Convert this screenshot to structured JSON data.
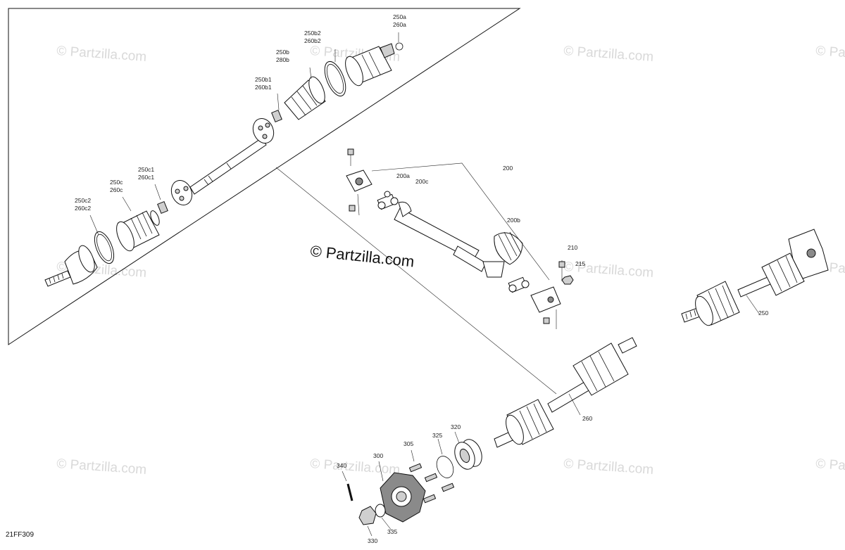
{
  "diagram": {
    "reference_code": "21FF309",
    "watermark_center": "© Partzilla.com",
    "watermark_tile": "© Partzilla.com"
  },
  "callouts": {
    "c250a": [
      "250a",
      "260a"
    ],
    "c250b2": [
      "250b2",
      "260b2"
    ],
    "c250b": [
      "250b",
      "280b"
    ],
    "c250b1": [
      "250b1",
      "260b1"
    ],
    "c250c1": [
      "250c1",
      "260c1"
    ],
    "c250c": [
      "250c",
      "260c"
    ],
    "c250c2": [
      "250c2",
      "260c2"
    ],
    "c200": "200",
    "c200a": "200a",
    "c200c": "200c",
    "c200b": "200b",
    "c210": "210",
    "c215": "215",
    "c250": "250",
    "c260": "260",
    "c320": "320",
    "c325": "325",
    "c305": "305",
    "c300": "300",
    "c340": "340",
    "c335": "335",
    "c330": "330"
  }
}
